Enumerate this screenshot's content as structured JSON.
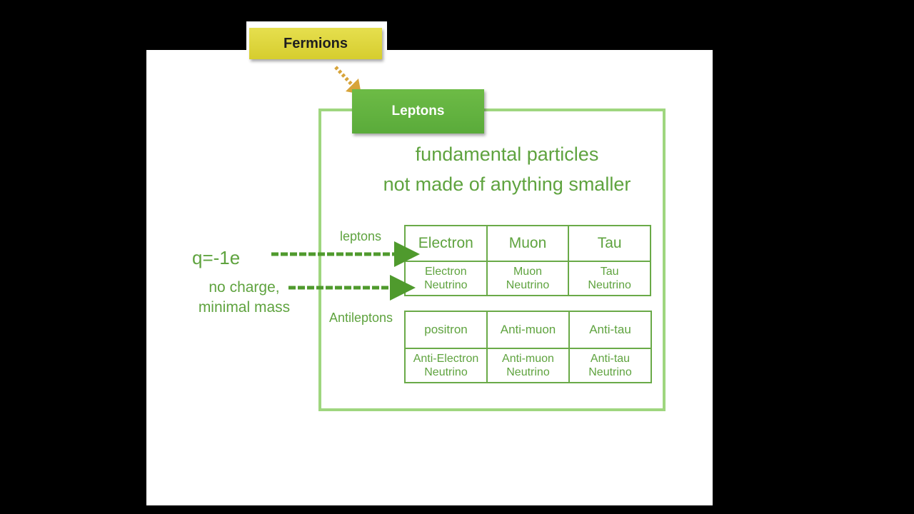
{
  "header": {
    "parent_label": "Fermions",
    "title": "Leptons"
  },
  "description": {
    "line1": "fundamental particles",
    "line2": "not made of anything smaller"
  },
  "annotations": {
    "charge": "q=-1e",
    "neutral_line1": "no charge,",
    "neutral_line2": "minimal mass"
  },
  "leptons": {
    "label": "leptons",
    "charged": [
      "Electron",
      "Muon",
      "Tau"
    ],
    "neutrinos": [
      [
        "Electron",
        "Neutrino"
      ],
      [
        "Muon",
        "Neutrino"
      ],
      [
        "Tau",
        "Neutrino"
      ]
    ]
  },
  "antileptons": {
    "label": "Antileptons",
    "charged": [
      "positron",
      "Anti-muon",
      "Anti-tau"
    ],
    "neutrinos": [
      [
        "Anti-Electron",
        "Neutrino"
      ],
      [
        "Anti-muon",
        "Neutrino"
      ],
      [
        "Anti-tau",
        "Neutrino"
      ]
    ]
  },
  "colors": {
    "background": "#000000",
    "slide": "#ffffff",
    "fermions_box": "#ddd43a",
    "leptons_box": "#63b340",
    "frame": "#9fd67f",
    "text_green": "#5fa33f",
    "arrow_green": "#4f9a2d",
    "arrow_gold": "#d7a43a"
  },
  "icons": {
    "fermions_link": "arrow-down-right-icon",
    "annotation_arrow": "arrow-right-icon"
  }
}
